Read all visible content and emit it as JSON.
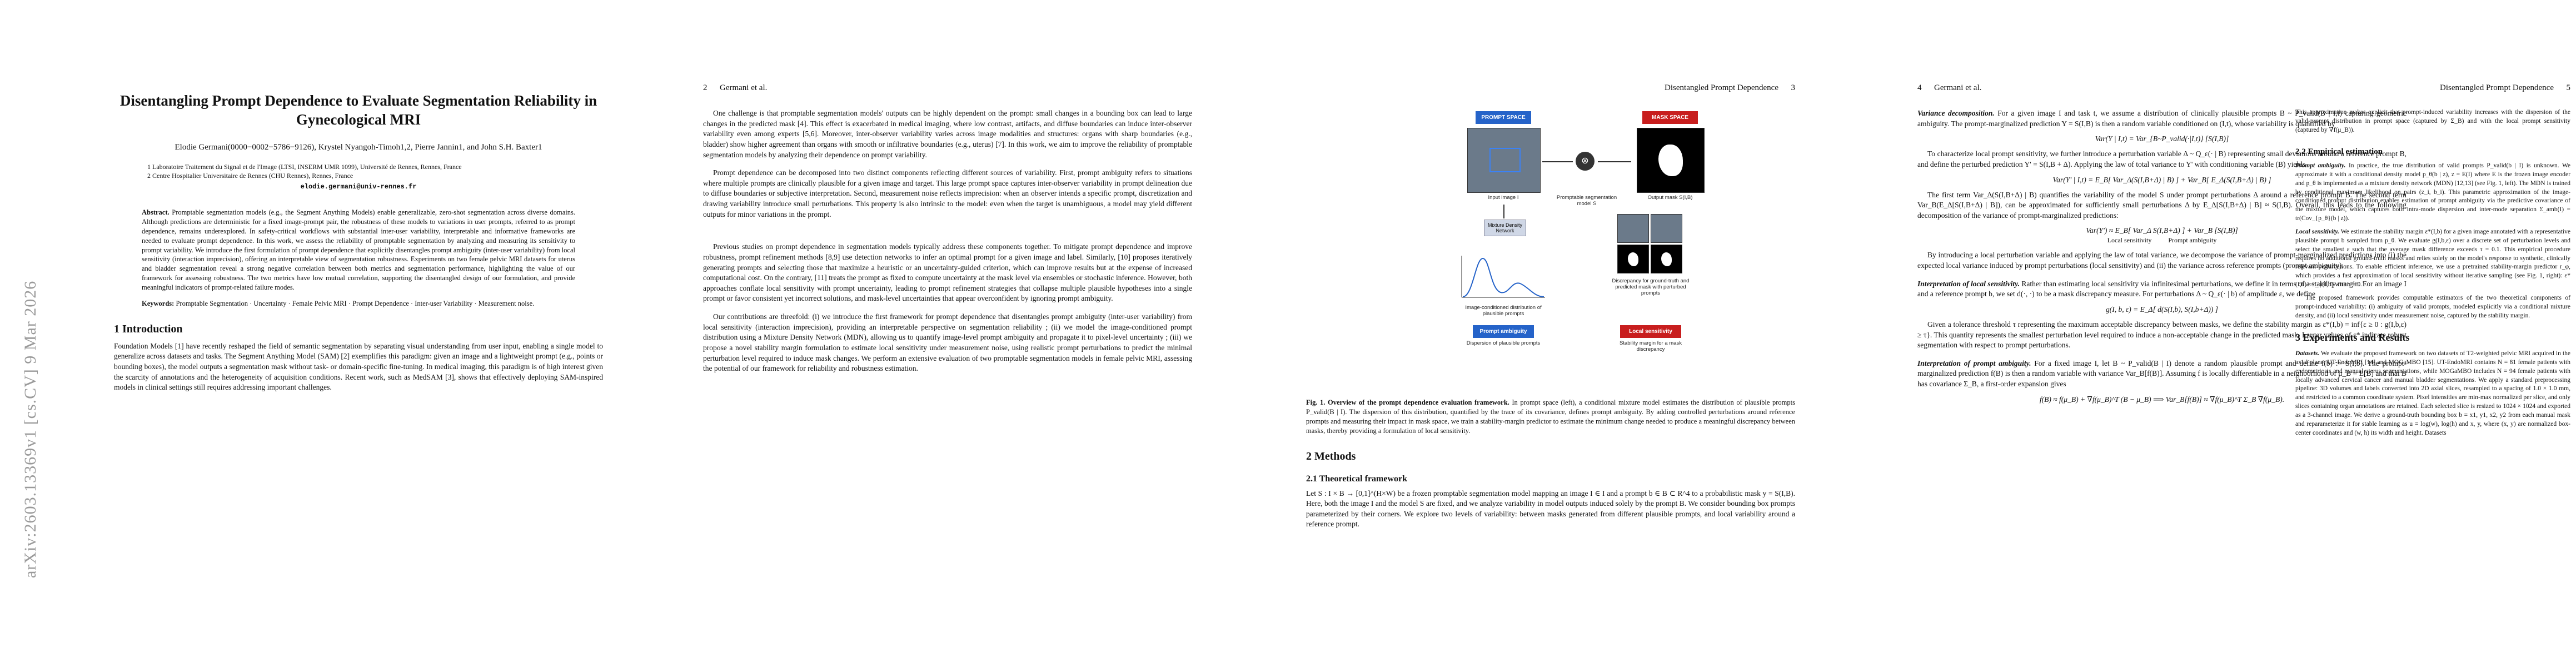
{
  "arxiv_stamp": "arXiv:2603.13369v1  [cs.CV]  9 Mar 2026",
  "page1": {
    "title": "Disentangling Prompt Dependence to Evaluate Segmentation Reliability in Gynecological MRI",
    "authors": "Elodie Germani(0000−0002−5786−9126), Krystel Nyangoh-Timoh1,2, Pierre Jannin1, and John S.H. Baxter1",
    "affil1": "1 Laboratoire Traitement du Signal et de l'Image (LTSI, INSERM UMR 1099), Université de Rennes, Rennes, France",
    "affil2": "2 Centre Hospitalier Universitaire de Rennes (CHU Rennes), Rennes, France",
    "email": "elodie.germani@univ-rennes.fr",
    "abstract_label": "Abstract.",
    "abstract": "Promptable segmentation models (e.g., the Segment Anything Models) enable generalizable, zero-shot segmentation across diverse domains. Although predictions are deterministic for a fixed image-prompt pair, the robustness of these models to variations in user prompts, referred to as prompt dependence, remains underexplored. In safety-critical workflows with substantial inter-user variability, interpretable and informative frameworks are needed to evaluate prompt dependence. In this work, we assess the reliability of promptable segmentation by analyzing and measuring its sensitivity to prompt variability. We introduce the first formulation of prompt dependence that explicitly disentangles prompt ambiguity (inter-user variability) from local sensitivity (interaction imprecision), offering an interpretable view of segmentation robustness. Experiments on two female pelvic MRI datasets for uterus and bladder segmentation reveal a strong negative correlation between both metrics and segmentation performance, highlighting the value of our framework for assessing robustness. The two metrics have low mutual correlation, supporting the disentangled design of our formulation, and provide meaningful indicators of prompt-related failure modes.",
    "keywords_label": "Keywords:",
    "keywords": "Promptable Segmentation · Uncertainty · Female Pelvic MRI · Prompt Dependence · Inter-user Variability · Measurement noise.",
    "sec1": "1   Introduction",
    "intro": "Foundation Models [1] have recently reshaped the field of semantic segmentation by separating visual understanding from user input, enabling a single model to generalize across datasets and tasks. The Segment Anything Model (SAM) [2] exemplifies this paradigm: given an image and a lightweight prompt (e.g., points or bounding boxes), the model outputs a segmentation mask without task- or domain-specific fine-tuning. In medical imaging, this paradigm is of high interest given the scarcity of annotations and the heterogeneity of acquisition conditions. Recent work, such as MedSAM [3], shows that effectively deploying SAM-inspired models in clinical settings still requires addressing important challenges."
  },
  "page2": {
    "num": "2",
    "running": "Germani et al.",
    "p1": "One challenge is that promptable segmentation models' outputs can be highly dependent on the prompt: small changes in a bounding box can lead to large changes in the predicted mask [4]. This effect is exacerbated in medical imaging, where low contrast, artifacts, and diffuse boundaries can induce inter-observer variability even among experts [5,6]. Moreover, inter-observer variability varies across image modalities and structures: organs with sharp boundaries (e.g., bladder) show higher agreement than organs with smooth or infiltrative boundaries (e.g., uterus) [7]. In this work, we aim to improve the reliability of promptable segmentation models by analyzing their dependence on prompt variability.",
    "p2": "Prompt dependence can be decomposed into two distinct components reflecting different sources of variability. First, prompt ambiguity refers to situations where multiple prompts are clinically plausible for a given image and target. This large prompt space captures inter-observer variability in prompt delineation due to diffuse boundaries or subjective interpretation. Second, measurement noise reflects imprecision: when an observer intends a specific prompt, discretization and drawing variability introduce small perturbations. This property is also intrinsic to the model: even when the target is unambiguous, a model may yield different outputs for minor variations in the prompt.",
    "p3": "Previous studies on prompt dependence in segmentation models typically address these components together. To mitigate prompt dependence and improve robustness, prompt refinement methods [8,9] use detection networks to infer an optimal prompt for a given image and label. Similarly, [10] proposes iteratively generating prompts and selecting those that maximize a heuristic or an uncertainty-guided criterion, which can improve results but at the expense of increased computational cost. On the contrary, [11] treats the prompt as fixed to compute uncertainty at the mask level via ensembles or stochastic inference. However, both approaches conflate local sensitivity with prompt uncertainty, leading to prompt refinement strategies that collapse multiple plausible hypotheses into a single prompt or favor consistent yet incorrect solutions, and mask-level uncertainties that appear overconfident by ignoring prompt ambiguity.",
    "p4": "Our contributions are threefold: (i) we introduce the first framework for prompt dependence that disentangles prompt ambiguity (inter-user variability) from local sensitivity (interaction imprecision), providing an interpretable perspective on segmentation reliability ; (ii) we model the image-conditioned prompt distribution using a Mixture Density Network (MDN), allowing us to quantify image-level prompt ambiguity and propagate it to pixel-level uncertainty ; (iii) we propose a novel stability margin formulation to estimate local sensitivity under measurement noise, using realistic prompt perturbations to predict the minimal perturbation level required to induce mask changes. We perform an extensive evaluation of two promptable segmentation models in female pelvic MRI, assessing the potential of our framework for reliability and robustness estimation."
  },
  "page3": {
    "num": "3",
    "running": "Disentangled Prompt Dependence",
    "fig": {
      "prompt_space": "PROMPT SPACE",
      "mask_space": "MASK SPACE",
      "input_image": "Input image I",
      "model": "Promptable segmentation model S",
      "output_mask": "Output mask S(I,B)",
      "mdn": "Mixture Density Network",
      "density_label": "Image-conditioned distribution of plausible prompts",
      "prompt_ambiguity": "Prompt ambiguity",
      "dispersion": "Dispersion of plausible prompts",
      "discrepancy": "Discrepancy for ground-truth and predicted mask with perturbed prompts",
      "local_sensitivity": "Local sensitivity",
      "stability": "Stability margin for a mask discrepancy"
    },
    "caption_label": "Fig. 1. Overview of the prompt dependence evaluation framework.",
    "caption": "In prompt space (left), a conditional mixture model estimates the distribution of plausible prompts P_valid(B | I). The dispersion of this distribution, quantified by the trace of its covariance, defines prompt ambiguity. By adding controlled perturbations around reference prompts and measuring their impact in mask space, we train a stability-margin predictor to estimate the minimum change needed to produce a meaningful discrepancy between masks, thereby providing a formulation of local sensitivity.",
    "sec2": "2   Methods",
    "sec21": "2.1   Theoretical framework",
    "p1": "Let S : I × B → [0,1]^(H×W) be a frozen promptable segmentation model mapping an image I ∈ I and a prompt b ∈ B ⊂ R^4 to a probabilistic mask y = S(I,B). Here, both the image I and the model S are fixed, and we analyze variability in model outputs induced solely by the prompt B. We consider bounding box prompts parameterized by their corners. We explore two levels of variability: between masks generated from different plausible prompts, and local variability around a reference prompt."
  },
  "page4": {
    "num": "4",
    "running": "Germani et al.",
    "p1_label": "Variance decomposition.",
    "p1": "For a given image I and task t, we assume a distribution of clinically plausible prompts B ~ P_valid(B | I,t) capturing geometric ambiguity. The prompt-marginalized prediction Y = S(I,B) is then a random variable conditioned on (I,t), whose variability is quantified by",
    "eq1": "Var(Y | I,t) = Var_{B~P_valid(·|I,t)} [S(I,B)]",
    "p2": "To characterize local prompt sensitivity, we further introduce a perturbation variable Δ ~ Q_ε(· | B) representing small deviations around a reference prompt B, and define the perturbed prediction Y' = S(I,B + Δ). Applying the law of total variance to Y' with conditioning variable (B) yields",
    "eq2": "Var(Y' | I,t) = E_B[ Var_Δ(S(I,B+Δ) | B) ] + Var_B[ E_Δ(S(I,B+Δ) | B) ]",
    "p3": "The first term Var_Δ(S(I,B+Δ) | B) quantifies the variability of the model S under prompt perturbations Δ around a reference prompt B. The second term Var_B(E_Δ[S(I,B+Δ) | B]), can be approximated for sufficiently small perturbations Δ by E_Δ[S(I,B+Δ) | B] ≈ S(I,B). Overall, this leads to the following decomposition of the variance of prompt-marginalized predictions:",
    "eq3": "Var(Y') ≈ E_B[ Var_Δ S(I,B+Δ) ] + Var_B [S(I,B)]",
    "eq3_left": "Local sensitivity",
    "eq3_right": "Prompt ambiguity",
    "p4": "By introducing a local perturbation variable and applying the law of total variance, we decompose the variance of prompt-marginalized predictions into (i) the expected local variance induced by prompt perturbations (local sensitivity) and (ii) the variance across reference prompts (prompt ambiguity).",
    "p5_label": "Interpretation of local sensitivity.",
    "p5": "Rather than estimating local sensitivity via infinitesimal perturbations, we define it in terms of a stability margin. For an image I and a reference prompt b, we set d(·, ·) to be a mask discrepancy measure. For perturbations Δ ~ Q_ε(· | b) of amplitude ε, we define",
    "eq4": "g(I, b, ε) = E_Δ[ d(S(I,b), S(I,b+Δ)) ]",
    "p6": "Given a tolerance threshold τ representing the maximum acceptable discrepancy between masks, we define the stability margin as ε*(I,b) = inf{ε ≥ 0 : g(I,b,ε) ≥ τ}. This quantity represents the smallest perturbation level required to induce a non-acceptable change in the predicted mask. Larger values of ε* indicate robust segmentation with respect to prompt perturbations.",
    "p7_label": "Interpretation of prompt ambiguity.",
    "p7": "For a fixed image I, let B ~ P_valid(B | I) denote a random plausible prompt and define f(b) := S(I,b). The prompt-marginalized prediction f(B) is then a random variable with variance Var_B[f(B)]. Assuming f is locally differentiable in a neighborhood of μ_B = E[B] and that B has covariance Σ_B, a first-order expansion gives",
    "eq5": "f(B) ≈ f(μ_B) + ∇f(μ_B)^T (B − μ_B) ⟹ Var_B[f(B)] ≈ ∇f(μ_B)^T Σ_B ∇f(μ_B)."
  },
  "page5": {
    "num": "5",
    "running": "Disentangled Prompt Dependence",
    "p1": "This approximation makes explicit that prompt-induced variability increases with the dispersion of the valid-prompt distribution in prompt space (captured by Σ_B) and with the local prompt sensitivity (captured by ∇f(μ_B)).",
    "sec22": "2.2   Empirical estimation",
    "p2_label": "Prompt ambiguity.",
    "p2": "In practice, the true distribution of valid prompts P_valid(b | I) is unknown. We approximate it with a conditional density model p_θ(b | z), z = E(I) where E is the frozen image encoder and p_θ is implemented as a mixture density network (MDN) [12,13] (see Fig. 1, left). The MDN is trained by conditional maximum likelihood on pairs (z_i, b_i). This parametric approximation of the image-conditioned prompt distribution enables estimation of prompt ambiguity via the predictive covariance of the mixture model, which captures both intra-mode dispersion and inter-mode separation Σ_amb(I) = tr(Cov_{p_θ}(b | z)).",
    "p3_label": "Local sensitivity.",
    "p3": "We estimate the stability margin ε*(I,b) for a given image annotated with a representative plausible prompt b sampled from p_θ. We evaluate g(I,b,ε) over a discrete set of perturbation levels and select the smallest ε such that the average mask difference exceeds τ = 0.1. This empirical procedure requires no additional ground-truth masks and relies solely on the model's response to synthetic, clinically relevant perturbations. To enable efficient inference, we use a pretrained stability-margin predictor r_φ, which provides a fast approximation of local sensitivity without iterative sampling (see Fig. 1, right): ε*(I,b) ≈ r_φ(I,b) with τ = 0.1.",
    "p4": "The proposed framework provides computable estimators of the two theoretical components of prompt-induced variability: (i) ambiguity of valid prompts, modeled explicitly via a conditional mixture density, and (ii) local sensitivity under measurement noise, captured by the stability margin.",
    "sec3": "3   Experiments and Results",
    "p5_label": "Datasets.",
    "p5": "We evaluate the proposed framework on two datasets of T2-weighted pelvic MRI acquired in the axial plane: UT-EndoMRI [14] and MOGaMBO [15]. UT-EndoMRI contains N = 81 female patients with endometriosis and manual uterus segmentations, while MOGaMBO includes N = 94 female patients with locally advanced cervical cancer and manual bladder segmentations. We apply a standard preprocessing pipeline: 3D volumes and labels converted into 2D axial slices, resampled to a spacing of 1.0 × 1.0 mm, and restricted to a common coordinate system. Pixel intensities are min-max normalized per slice, and only slices containing organ annotations are retained. Each selected slice is resized to 1024 × 1024 and exported as a 3-channel image. We derive a ground-truth bounding box b = x1, y1, x2, y2 from each manual mask and reparameterize it for stable learning as u = log(w), log(h) and x, y, where (x, y) are normalized box-center coordinates and (w, h) its width and height. Datasets"
  }
}
